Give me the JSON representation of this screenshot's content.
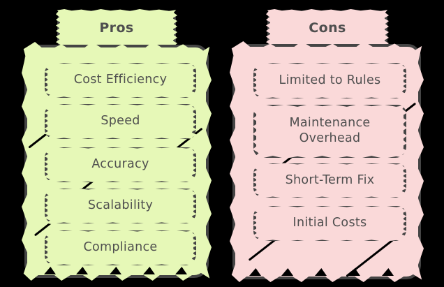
{
  "diagram": {
    "background": "#000000",
    "stroke_color": "#454545",
    "text_color": "#4f4f4f",
    "columns": [
      {
        "title": "Pros",
        "fill": "#e6f8b7",
        "items": [
          "Cost Efficiency",
          "Speed",
          "Accuracy",
          "Scalability",
          "Compliance"
        ]
      },
      {
        "title": "Cons",
        "fill": "#fad9d9",
        "items": [
          "Limited to Rules",
          "Maintenance Overhead",
          "Short-Term Fix",
          "Initial Costs"
        ]
      }
    ]
  }
}
